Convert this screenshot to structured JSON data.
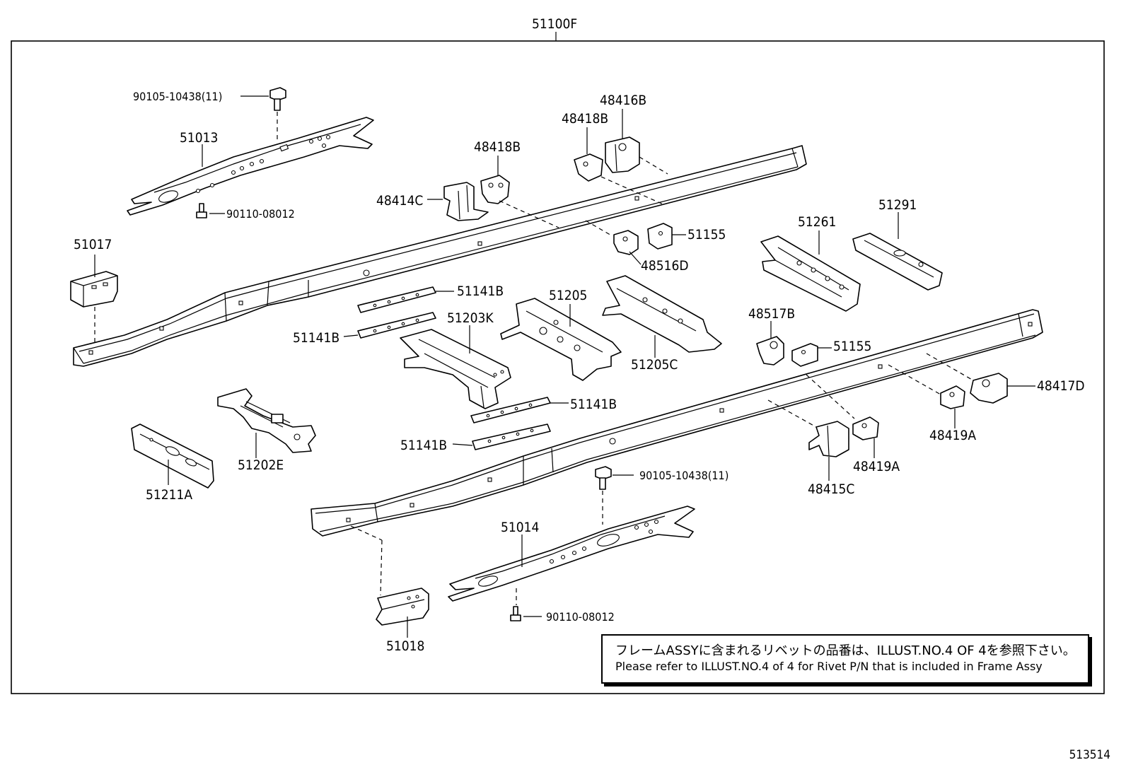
{
  "diagram": {
    "assembly_label": "51100F",
    "parts": {
      "bolt_upper": "90105-10438(11)",
      "screw_upper": "90110-08012",
      "part_51013": "51013",
      "part_51017": "51017",
      "part_48414C": "48414C",
      "part_48418B_a": "48418B",
      "part_48418B_b": "48418B",
      "part_48416B": "48416B",
      "part_51155_a": "51155",
      "part_48516D": "48516D",
      "part_51261": "51261",
      "part_51291": "51291",
      "part_51141B_a": "51141B",
      "part_51141B_b": "51141B",
      "part_51141B_c": "51141B",
      "part_51141B_d": "51141B",
      "part_51203K": "51203K",
      "part_51205": "51205",
      "part_51205C": "51205C",
      "part_48517B": "48517B",
      "part_51155_b": "51155",
      "part_48417D": "48417D",
      "part_48419A_a": "48419A",
      "part_48419A_b": "48419A",
      "part_48415C": "48415C",
      "part_51202E": "51202E",
      "part_51211A": "51211A",
      "bolt_lower": "90105-10438(11)",
      "part_51014": "51014",
      "screw_lower": "90110-08012",
      "part_51018": "51018"
    },
    "note": {
      "japanese": "フレームASSYに含まれるリベットの品番は、ILLUST.NO.4 OF 4を参照下さい。",
      "english": "Please refer to ILLUST.NO.4 of 4 for Rivet P/N that is included in Frame Assy"
    },
    "reference_number": "513514"
  }
}
